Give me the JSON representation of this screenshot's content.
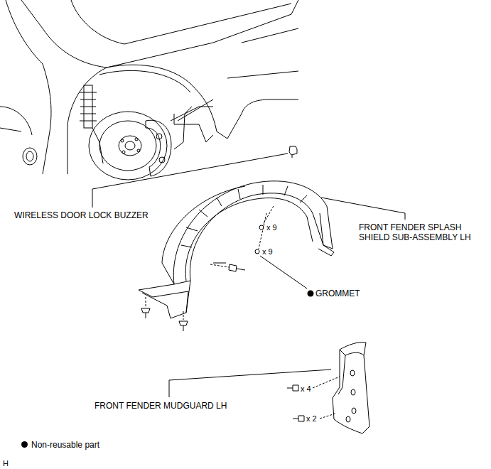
{
  "diagram": {
    "labels": [
      "WIRELESS DOOR LOCK BUZZER",
      "FRONT FENDER SPLASH SHIELD SUB-ASSEMBLY LH",
      "x 9",
      "x 9",
      "GROMMET",
      "FRONT FENDER MUDGUARD LH",
      "x 4",
      "x 2",
      "H"
    ],
    "legend": [
      {
        "text": "Non-reusable part",
        "color": "#000000"
      }
    ]
  }
}
